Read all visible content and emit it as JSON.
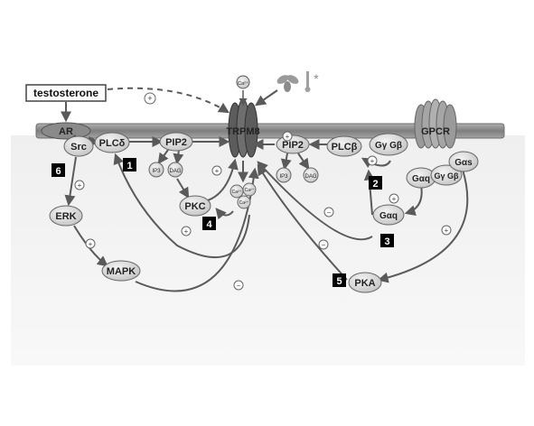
{
  "ligand": "testosterone",
  "receptors": {
    "ar": "AR",
    "gpcr": "GPCR",
    "channel": "TRPM8"
  },
  "molecules": {
    "src": "Src",
    "plc_delta": "PLCδ",
    "pip2_left": "PIP2",
    "pip2_right": "PIP2",
    "plc_beta": "PLCβ",
    "ip3_left": "IP3",
    "dag_left": "DAG",
    "ip3_right": "IP3",
    "dag_right": "DAG",
    "pkc": "PKC",
    "erk": "ERK",
    "mapk": "MAPK",
    "pka": "PKA",
    "g_gamma_beta_top": "Gγ Gβ",
    "g_alpha_q_complex": "Gαq",
    "g_gamma_beta_complex": "Gγ Gβ",
    "g_alpha_s": "Gαs",
    "g_alpha_q_free": "Gαq"
  },
  "ions": {
    "ca_top": "Ca²⁺",
    "ca_cluster": "Ca²⁺",
    "ca_cluster_2": "Ca²⁺",
    "ca_cluster_3": "Ca²⁺"
  },
  "steps": {
    "s1": "1",
    "s2": "2",
    "s3": "3",
    "s4": "4",
    "s5": "5",
    "s6": "6"
  },
  "signs": {
    "plus": "+",
    "minus": "−",
    "cold_mark": "*"
  },
  "colors": {
    "membrane": "#8c8c8c",
    "node_fill": "#d6d6d6",
    "arrow": "#5a5a5a",
    "step_box": "#000000"
  }
}
